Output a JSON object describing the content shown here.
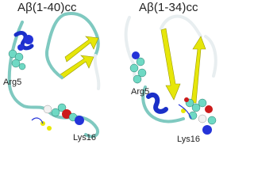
{
  "panels": [
    {
      "title": "Aβ(1-40)cc",
      "labels": {
        "arg": "Arg5",
        "lys": "Lys16"
      }
    },
    {
      "title": "Aβ(1-34)cc",
      "labels": {
        "arg": "Arg5",
        "lys": "Lys16"
      }
    }
  ],
  "colors": {
    "coil": "#7fc9c0",
    "coil_white": "#e8eef0",
    "sheet": "#e6e60a",
    "helix_blue": "#1a2fc8",
    "atom_cyan": "#6fd9c4",
    "atom_red": "#cc1a1a",
    "atom_blue": "#2433d8",
    "atom_white": "#f2f2f2",
    "atom_yellow": "#e8e800"
  }
}
